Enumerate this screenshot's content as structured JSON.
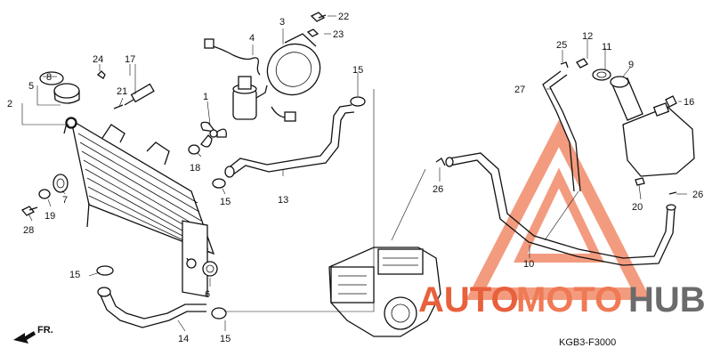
{
  "diagram": {
    "code": "KGB3-F3000",
    "direction_label": "FR.",
    "parts": [
      {
        "num": "1"
      },
      {
        "num": "2"
      },
      {
        "num": "3"
      },
      {
        "num": "4"
      },
      {
        "num": "5"
      },
      {
        "num": "6"
      },
      {
        "num": "7"
      },
      {
        "num": "8"
      },
      {
        "num": "9"
      },
      {
        "num": "10"
      },
      {
        "num": "11"
      },
      {
        "num": "12"
      },
      {
        "num": "13"
      },
      {
        "num": "14"
      },
      {
        "num": "15a",
        "text": "15"
      },
      {
        "num": "15b",
        "text": "15"
      },
      {
        "num": "15c",
        "text": "15"
      },
      {
        "num": "15d",
        "text": "15"
      },
      {
        "num": "16"
      },
      {
        "num": "17"
      },
      {
        "num": "18"
      },
      {
        "num": "19"
      },
      {
        "num": "20"
      },
      {
        "num": "21"
      },
      {
        "num": "22"
      },
      {
        "num": "23"
      },
      {
        "num": "24"
      },
      {
        "num": "25"
      },
      {
        "num": "26a",
        "text": "26"
      },
      {
        "num": "26b",
        "text": "26"
      },
      {
        "num": "27"
      },
      {
        "num": "28"
      }
    ]
  },
  "watermark": {
    "part1": "AUTO",
    "part2": "MOTO",
    "part3": "HUB",
    "colors": {
      "accent": "#e8603c",
      "light": "#ef7a55",
      "gray": "#6b6b6b"
    }
  }
}
